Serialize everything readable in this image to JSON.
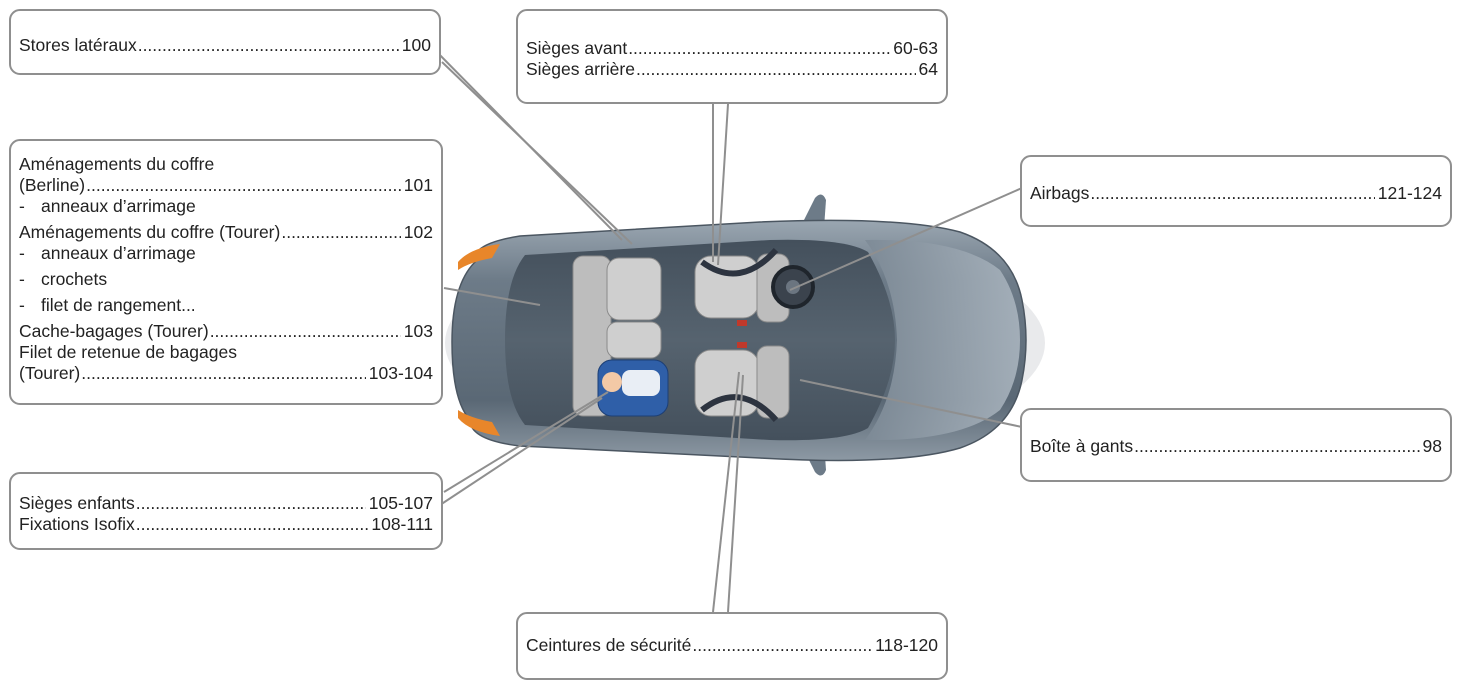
{
  "callouts": {
    "stores": {
      "label": "Stores latéraux",
      "page": "100"
    },
    "sieges": {
      "avant": {
        "label": "Sièges avant",
        "page": "60-63"
      },
      "arriere": {
        "label": "Sièges arrière",
        "page": "64"
      }
    },
    "coffre": {
      "berline_title": "Aménagements du coffre",
      "berline_label": "(Berline)",
      "berline_page": "101",
      "berline_sub": [
        "anneaux d’arrimage"
      ],
      "tourer_label": "Aménagements du coffre (Tourer)",
      "tourer_page": "102",
      "tourer_sub": [
        "anneaux d’arrimage",
        "crochets",
        "filet de rangement..."
      ],
      "cache_label": "Cache-bagages (Tourer)",
      "cache_page": "103",
      "filet_title": "Filet de retenue de bagages",
      "filet_label": "(Tourer)",
      "filet_page": "103-104",
      "dash": "-"
    },
    "airbags": {
      "label": "Airbags",
      "page": "121-124"
    },
    "gants": {
      "label": "Boîte à gants",
      "page": "98"
    },
    "enfants": {
      "sieges": {
        "label": "Sièges enfants",
        "page": "105-107"
      },
      "isofix": {
        "label": "Fixations Isofix",
        "page": "108-111"
      }
    },
    "ceintures": {
      "label": "Ceintures de sécurité",
      "page": "118-120"
    }
  },
  "colors": {
    "box_border": "#8f8f8f",
    "leader_line": "#8f8f8f",
    "car_body": "#5f6d7a",
    "seat": "#c9c9c9",
    "child_seat": "#2f5fa8"
  }
}
